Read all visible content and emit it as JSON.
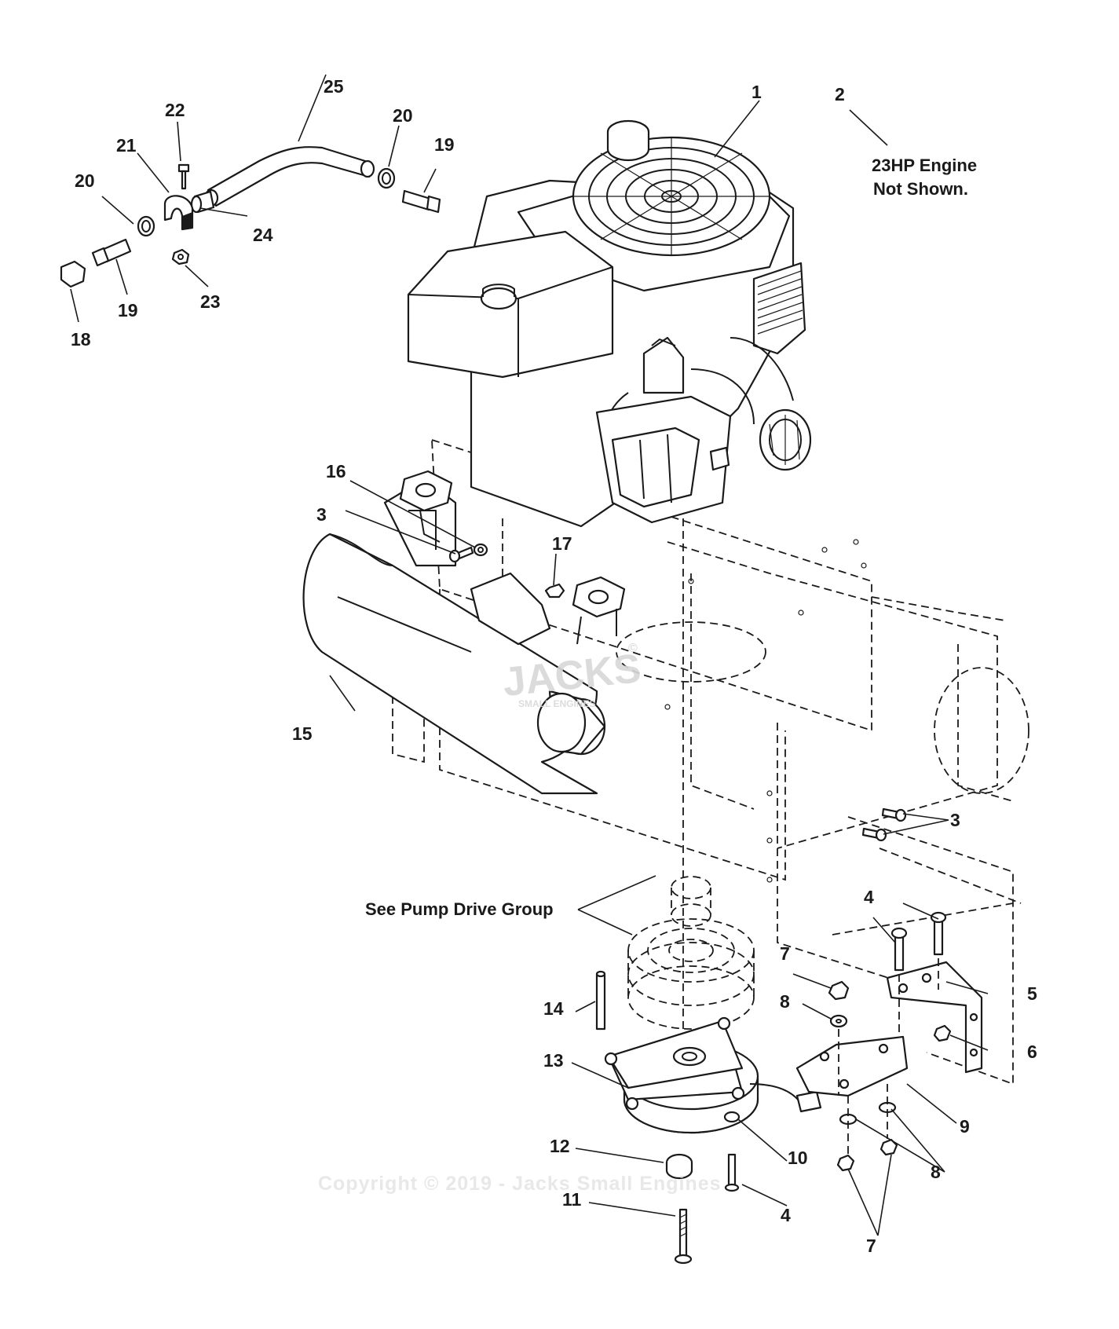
{
  "labels": {
    "p1": "1",
    "p2": "2",
    "p3a": "3",
    "p3b": "3",
    "p4a": "4",
    "p4b": "4",
    "p5": "5",
    "p6": "6",
    "p7a": "7",
    "p7b": "7",
    "p8a": "8",
    "p8b": "8",
    "p9": "9",
    "p10": "10",
    "p11": "11",
    "p12": "12",
    "p13": "13",
    "p14": "14",
    "p15": "15",
    "p16": "16",
    "p17": "17",
    "p18": "18",
    "p19a": "19",
    "p19b": "19",
    "p20a": "20",
    "p20b": "20",
    "p21": "21",
    "p22": "22",
    "p23": "23",
    "p24": "24",
    "p25": "25"
  },
  "notes": {
    "engine_line1": "23HP Engine",
    "engine_line2": "Not Shown.",
    "pump_drive": "See Pump Drive Group"
  },
  "watermark": {
    "logo": "JACKS",
    "logo_sub": "SMALL ENGINES",
    "copyright": "Copyright © 2019 - Jacks Small Engines"
  }
}
